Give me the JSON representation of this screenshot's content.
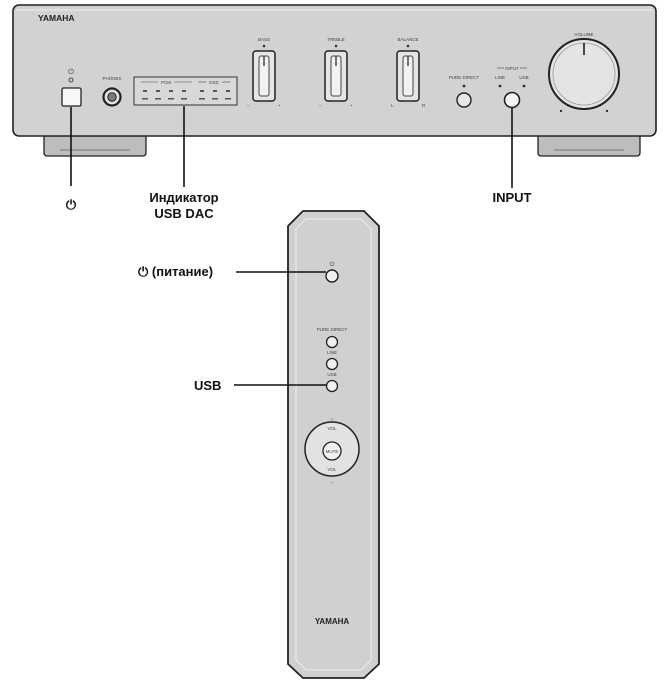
{
  "amplifier": {
    "brand": "YAMAHA",
    "phones_label": "PHONES",
    "usb_dac_indicator": {
      "pcm_label": "PCM",
      "dsd_label": "DSD"
    },
    "knobs": [
      {
        "id": "bass",
        "label": "BASS"
      },
      {
        "id": "treble",
        "label": "TREBLE"
      },
      {
        "id": "balance",
        "label": "BALANCE"
      }
    ],
    "pure_direct_label": "PURE DIRECT",
    "input": {
      "group_label": "INPUT",
      "options": [
        "LINE",
        "USB"
      ]
    },
    "volume_label": "VOLUME"
  },
  "callouts": {
    "power": "⏻",
    "usb_dac_line1": "Индикатор",
    "usb_dac_line2": "USB DAC",
    "input": "INPUT",
    "remote_power": "⏻ (питание)",
    "remote_usb": "USB"
  },
  "remote": {
    "brand": "YAMAHA",
    "buttons": [
      "PURE DIRECT",
      "LINE",
      "USB"
    ],
    "mute_label": "MUTE",
    "vol_label": "VOL"
  }
}
